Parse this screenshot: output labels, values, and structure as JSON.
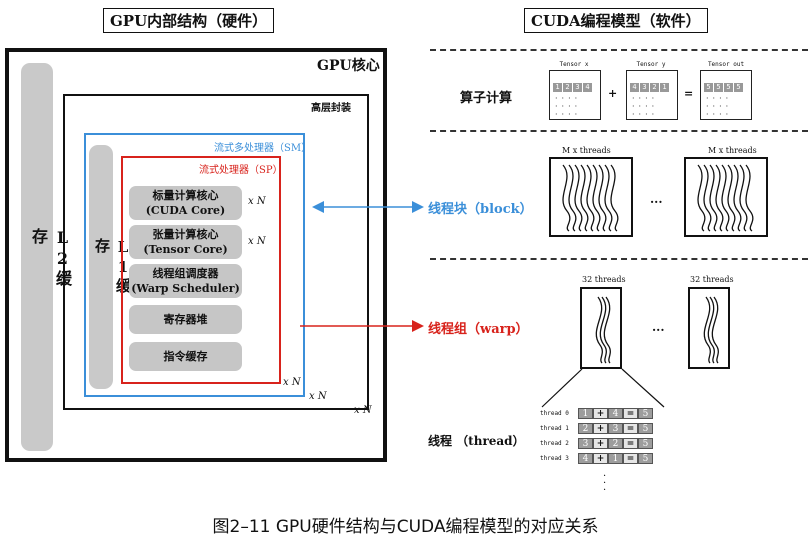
{
  "left_title": "GPU内部结构（硬件）",
  "right_title": "CUDA编程模型（软件）",
  "gpu": {
    "core_label": "GPU核心",
    "l2_label": "L2缓存",
    "package_label": "高层封装",
    "sm_label": "流式多处理器（SM）",
    "sp_label": "流式处理器（SP）",
    "l1_label": "L1缓存",
    "cores": [
      {
        "line1": "标量计算核心",
        "line2": "(CUDA Core)"
      },
      {
        "line1": "张量计算核心",
        "line2": "(Tensor Core)"
      },
      {
        "line1": "线程组调度器",
        "line2": "(Warp Scheduler)"
      },
      {
        "line1": "寄存器堆",
        "line2": ""
      },
      {
        "line1": "指令缓存",
        "line2": ""
      }
    ],
    "xn": "x N"
  },
  "cuda": {
    "op_label": "算子计算",
    "tensor_x_label": "Tensor x",
    "tensor_y_label": "Tensor y",
    "tensor_out_label": "Tensor out",
    "tensor_x_values": [
      "1",
      "2",
      "3",
      "4"
    ],
    "tensor_y_values": [
      "4",
      "3",
      "2",
      "1"
    ],
    "tensor_out_values": [
      "5",
      "5",
      "5",
      "5"
    ],
    "plus": "+",
    "equals": "=",
    "block_label": "线程块（block）",
    "block_threads": "M x threads",
    "warp_label": "线程组（warp）",
    "warp_threads": "32 threads",
    "ellipsis": "...",
    "thread_label": "线程 （thread）",
    "thread_rows": [
      {
        "name": "thread 0",
        "a": "1",
        "op": "+",
        "b": "4",
        "eq": "=",
        "r": "5"
      },
      {
        "name": "thread 1",
        "a": "2",
        "op": "+",
        "b": "3",
        "eq": "=",
        "r": "5"
      },
      {
        "name": "thread 2",
        "a": "3",
        "op": "+",
        "b": "2",
        "eq": "=",
        "r": "5"
      },
      {
        "name": "thread 3",
        "a": "4",
        "op": "+",
        "b": "1",
        "eq": "=",
        "r": "5"
      }
    ]
  },
  "caption": "图2–11  GPU硬件结构与CUDA编程模型的对应关系",
  "colors": {
    "sm_blue": "#3b8fd9",
    "sp_red": "#d8231c",
    "gray": "#c6c6c6"
  }
}
